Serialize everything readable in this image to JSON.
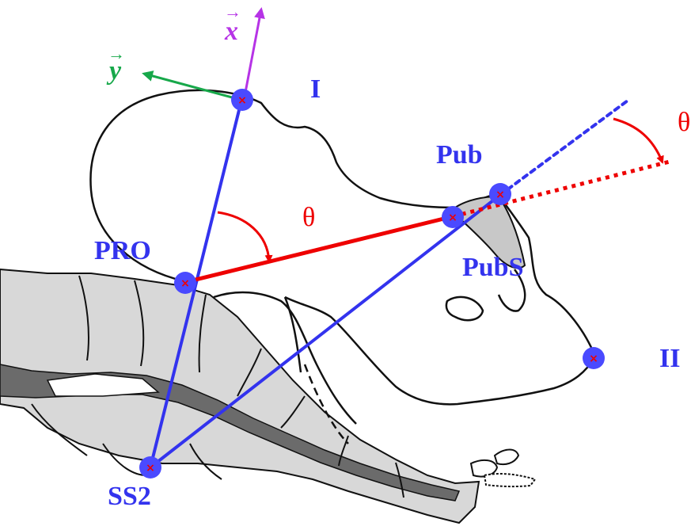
{
  "labels": {
    "point_I": "I",
    "point_II": "II",
    "point_pub": "Pub",
    "point_pubs": "PubS",
    "point_pro": "PRO",
    "point_ss2": "SS2",
    "angle_center": "θ",
    "angle_right": "θ",
    "axis_x": "x",
    "axis_y": "y",
    "vector_arrow": "→"
  },
  "colors": {
    "landmark_blue": "#3333ee",
    "landmark_marker": "#4a4aff",
    "angle_red": "#ee0000",
    "x_axis_magenta": "#b633e6",
    "y_axis_green": "#17a84a",
    "outline": "#111111",
    "bone_fill": "#d8d8d8",
    "cartilage_dark": "#6b6b6b",
    "pubic_fill": "#c8c8c8"
  },
  "icons": {
    "landmark": "circle-marker-with-red-cross",
    "angle": "curved-arrow"
  }
}
